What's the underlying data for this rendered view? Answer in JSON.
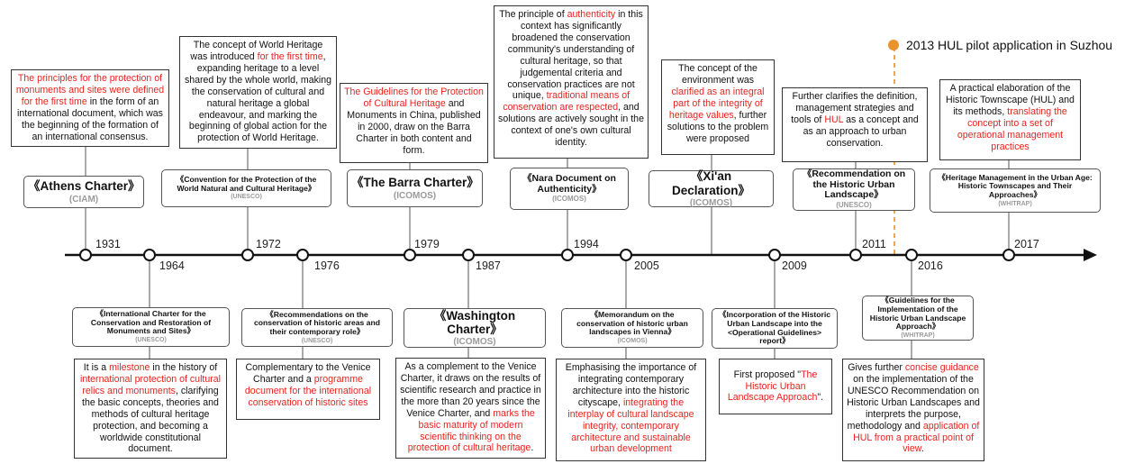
{
  "legend": {
    "label": "2013 HUL pilot application in Suzhou",
    "color": "#e8932c"
  },
  "accent_red": "#e8231f",
  "years": [
    "1931",
    "1964",
    "1972",
    "1976",
    "1979",
    "1987",
    "1994",
    "2005",
    "2009",
    "2011",
    "2016",
    "2017"
  ],
  "charters": {
    "athens": {
      "title": "《Athens Charter》",
      "org": "(CIAM)"
    },
    "venice": {
      "title": "《International Charter for the Conservation and Restoration of Monuments and Sites》",
      "org": "(UNESCO)"
    },
    "world_heritage": {
      "title": "《Convention for the Protection of the World Natural and Cultural Heritage》",
      "org": "(UNESCO)"
    },
    "nairobi": {
      "title": "《Recommendations on the conservation of historic areas and their contemporary role》",
      "org": "(UNESCO)"
    },
    "burra": {
      "title": "《The Barra Charter》",
      "org": "(ICOMOS)"
    },
    "washington": {
      "title": "《Washington Charter》",
      "org": "(ICOMOS)"
    },
    "nara": {
      "title": "《Nara Document on Authenticity》",
      "org": "(ICOMOS)"
    },
    "vienna": {
      "title": "《Memorandum on the conservation of historic urban landscapes in Vienna》",
      "org": "(ICOMOS)"
    },
    "xian": {
      "title": "《Xi'an Declaration》",
      "org": "(ICOMOS)"
    },
    "opguide": {
      "title": "《Incorporation of the Historic Urban Landscape into the <Operational Guidelines> report》",
      "org": ""
    },
    "hul_rec": {
      "title": "《Recommendation on the Historic Urban Landscape》",
      "org": "(UNESCO)"
    },
    "hul_guide": {
      "title": "《Guidelines for the Implementation of the Historic Urban Landscape Approach》",
      "org": "(WHITRAP)"
    },
    "hul_age": {
      "title": "《Heritage Management in the Urban Age: Historic Townscapes and Their Approaches》",
      "org": "(WHITRAP)"
    }
  },
  "notes": {
    "athens": {
      "r1": "The principles for the protection of monuments and sites were defined for the first time",
      "t1": " in the form of an international document, which was the beginning of the formation of an international consensus."
    },
    "world_heritage": {
      "t1": "The concept of World Heritage was introduced ",
      "r1": "for the first time",
      "t2": ", expanding heritage to a level shared by the whole world, making the conservation of cultural and natural heritage a global endeavour, and marking the beginning of global action for the protection of World Heritage."
    },
    "burra": {
      "r1": "The Guidelines for the Protection of Cultural Heritage",
      "t1": " and Monuments in China, published in 2000, draw on the Barra Charter in both content and form."
    },
    "nara": {
      "t1": "The principle of ",
      "r1": "authenticity",
      "t2": " in this context has significantly broadened the conservation community's understanding of cultural heritage, so that judgemental criteria and conservation practices are not unique, ",
      "r2": "traditional means of conservation are respected",
      "t3": ", and solutions are actively sought in the context of one's own cultural identity."
    },
    "xian": {
      "t1": "The concept of the environment was ",
      "r1": "clarified as an integral part of the integrity of heritage values",
      "t2": ", further solutions to the problem were proposed"
    },
    "hul_rec": {
      "t1": "Further clarifies the definition, management strategies and tools of ",
      "r1": "HUL",
      "t2": " as a concept and as an approach to urban conservation."
    },
    "hul_age": {
      "t1": "A practical elaboration of the Historic Townscape (HUL) and its methods, ",
      "r1": "translating the concept into a set of operational management practices"
    },
    "venice": {
      "t1": "It is a ",
      "r1": "milestone",
      "t2": " in the history of ",
      "r2": "international protection of cultural relics and monuments",
      "t3": ", clarifying the basic concepts, theories and methods of cultural heritage protection, and becoming a worldwide constitutional document."
    },
    "nairobi": {
      "t1": "Complementary to the Venice Charter and a ",
      "r1": "programme document for the international conservation of historic sites"
    },
    "washington": {
      "t1": "As a complement to the Venice Charter, it draws on the results of scientific research and practice in the more than 20 years since the Venice Charter, and ",
      "r1": "marks the basic maturity of modern scientific thinking on the protection of cultural heritage",
      "t2": "."
    },
    "vienna": {
      "t1": "Emphasising the importance of integrating contemporary architecture into the historic cityscape, ",
      "r1": "integrating the interplay of cultural landscape integrity, contemporary architecture and sustainable urban development"
    },
    "opguide": {
      "t1": "First proposed \"",
      "r1": "The Historic Urban Landscape Approach",
      "t2": "\"."
    },
    "hul_guide": {
      "t1": "Gives further ",
      "r1": "concise guidance",
      "t2": " on the implementation of the UNESCO Recommendation on Historic Urban Landscapes and interprets the purpose, methodology and ",
      "r2": "application of HUL from a practical point of view",
      "t3": "."
    }
  }
}
